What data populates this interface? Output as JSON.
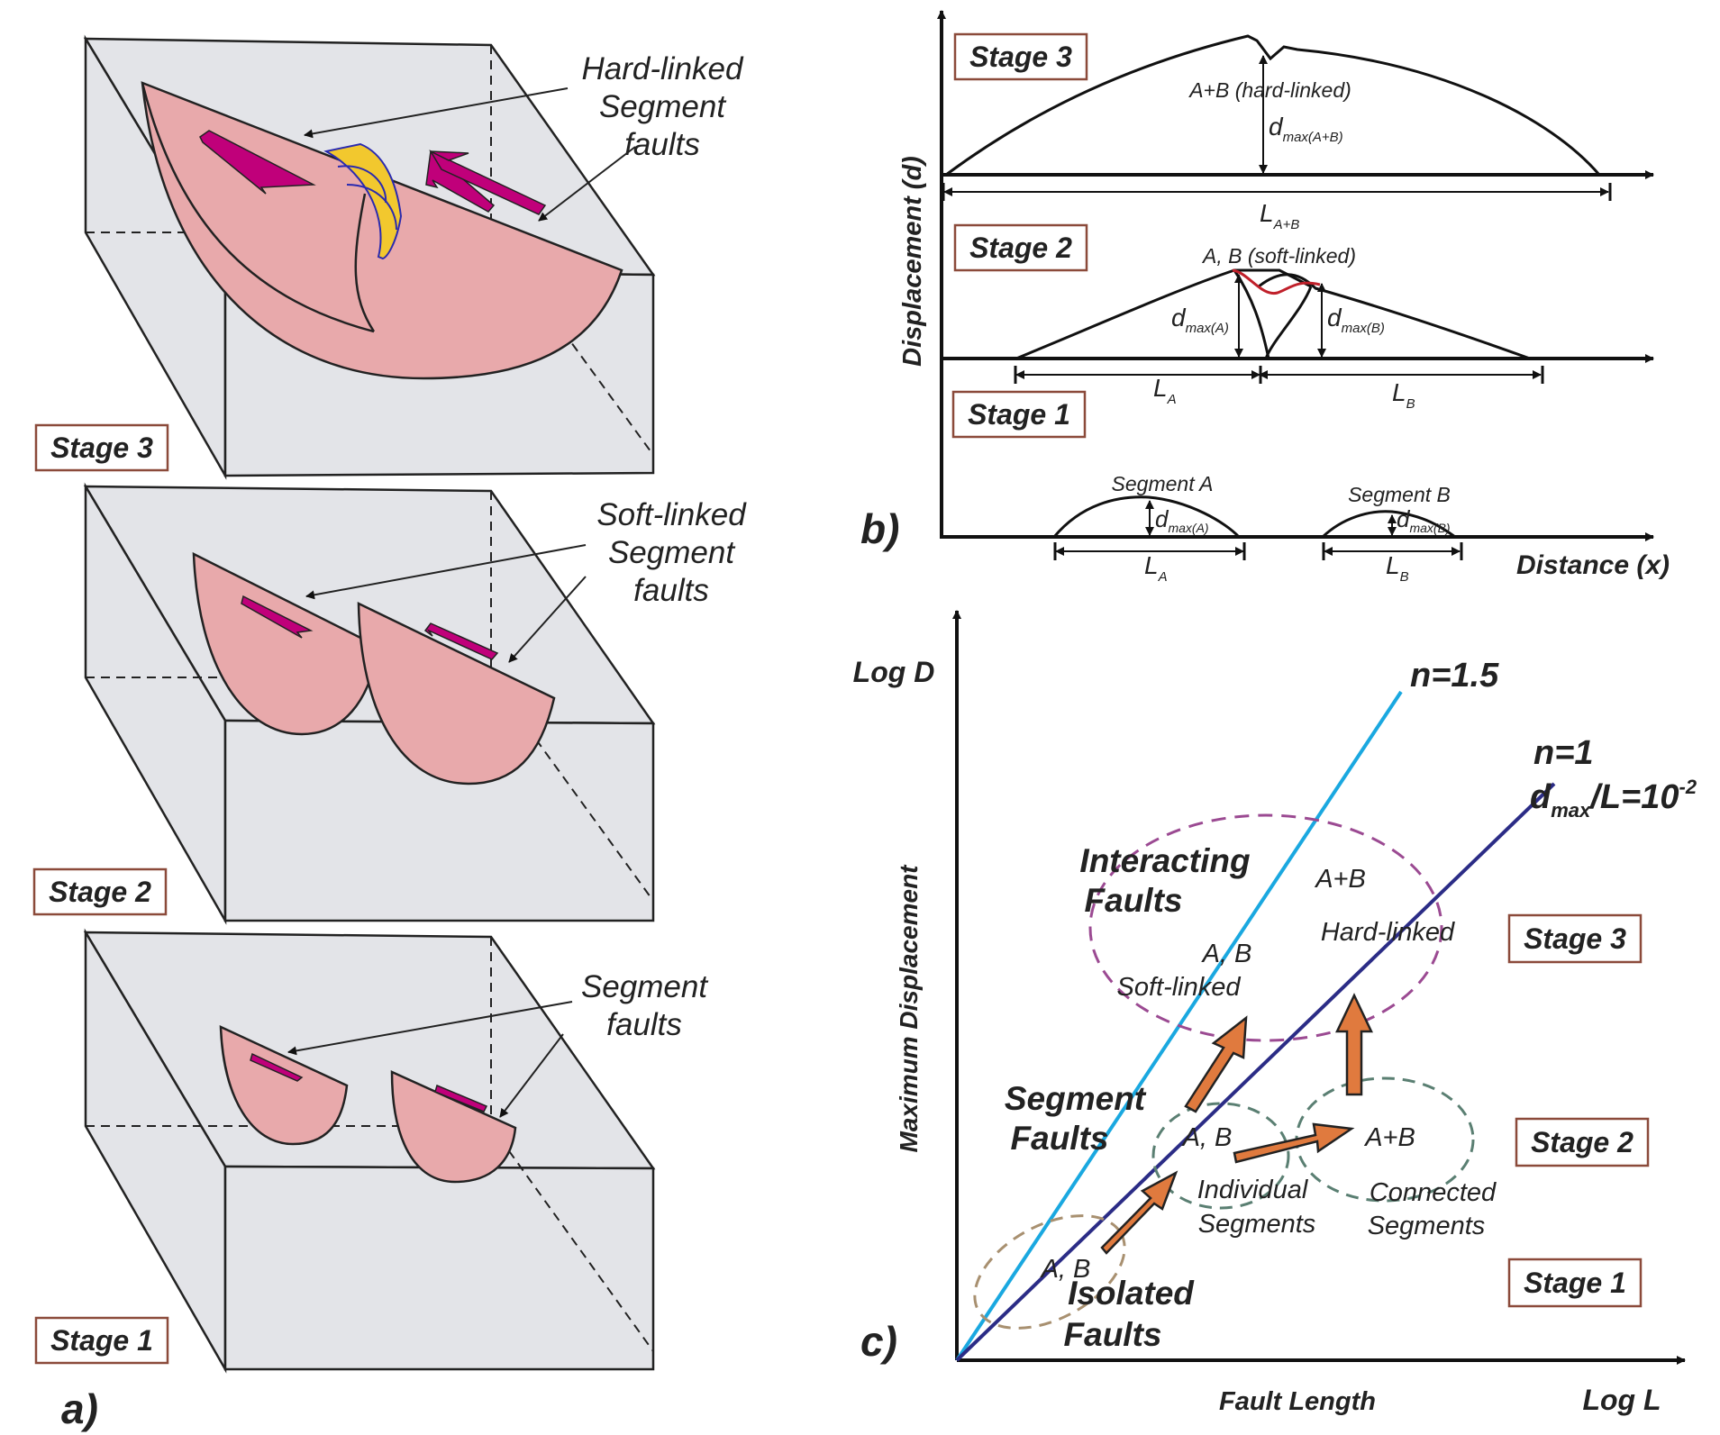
{
  "panel_a": {
    "letter": "a)",
    "stage3": {
      "badge": "Stage 3",
      "caption": [
        "Hard-linked",
        "Segment",
        "faults"
      ]
    },
    "stage2": {
      "badge": "Stage 2",
      "caption": [
        "Soft-linked",
        "Segment",
        "faults"
      ]
    },
    "stage1": {
      "badge": "Stage 1",
      "caption": [
        "Segment",
        "faults"
      ]
    }
  },
  "panel_b": {
    "letter": "b)",
    "y_axis_label": "Displacement (d)",
    "x_axis_label": "Distance (x)",
    "stage3": {
      "badge": "Stage 3",
      "label": "A+B (hard-linked)",
      "dmax": "d",
      "dmax_sub": "max(A+B)",
      "L": "L",
      "L_sub": "A+B"
    },
    "stage2": {
      "badge": "Stage 2",
      "label": "A, B (soft-linked)",
      "dmaxA": "d",
      "dmaxA_sub": "max(A)",
      "dmaxB": "d",
      "dmaxB_sub": "max(B)",
      "LA": "L",
      "LA_sub": "A",
      "LB": "L",
      "LB_sub": "B"
    },
    "stage1": {
      "badge": "Stage 1",
      "segA": "Segment A",
      "segB": "Segment B",
      "dmaxA": "d",
      "dmaxA_sub": "max(A)",
      "dmaxB": "d",
      "dmaxB_sub": "max(B)",
      "LA": "L",
      "LA_sub": "A",
      "LB": "L",
      "LB_sub": "B"
    }
  },
  "panel_c": {
    "letter": "c)",
    "y_top": "Log D",
    "y_axis_label": "Maximum Displacement",
    "x_axis_label": "Fault Length",
    "x_end": "Log L",
    "n15": "n=1.5",
    "n1": "n=1",
    "ratio_d": "d",
    "ratio_sub": "max",
    "ratio_rest": "/L=10",
    "ratio_exp": "-2",
    "interacting": [
      "Interacting",
      "Faults"
    ],
    "segment": [
      "Segment",
      "Faults"
    ],
    "isolated": [
      "Isolated",
      "Faults"
    ],
    "ab_hard": "A+B",
    "hard_linked": "Hard-linked",
    "ab_soft": "A, B",
    "soft_linked": "Soft-linked",
    "ab_ind": "A, B",
    "individual": [
      "Individual",
      "Segments"
    ],
    "ab_conn": "A+B",
    "connected": [
      "Connected",
      "Segments"
    ],
    "ab_iso": "A, B",
    "stage3": "Stage 3",
    "stage2": "Stage 2",
    "stage1": "Stage 1"
  },
  "colors": {
    "block_face": "#e3e4e8",
    "fault_fill": "#e8a9ab",
    "arrow_magenta": "#c0007a",
    "relay_yellow": "#f2c82e",
    "badge_border": "#8b4a3a",
    "line_n15": "#1aa8e0",
    "line_n1": "#2b2c86",
    "arrow_orange": "#e07a3e",
    "ellipse_purple": "#9b4a92",
    "ellipse_green": "#5a7f72",
    "ellipse_tan": "#a89070",
    "profile_red": "#c0202a"
  }
}
